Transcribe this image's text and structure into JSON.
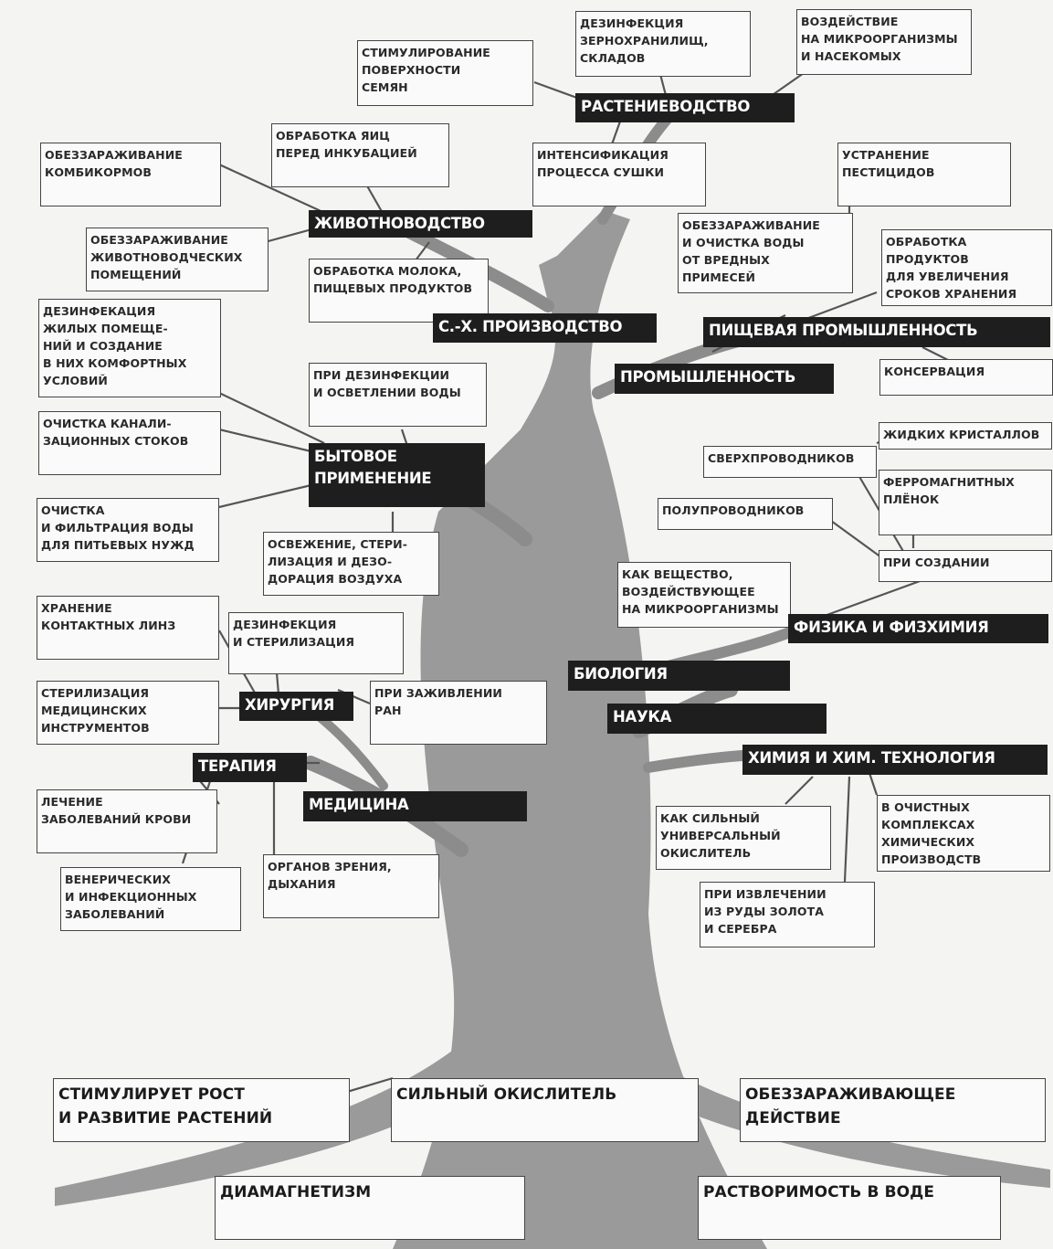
{
  "roots": {
    "growth": "СТИМУЛИРУЕТ РОСТ\nИ РАЗВИТИЕ РАСТЕНИЙ",
    "oxidizer": "СИЛЬНЫЙ ОКИСЛИТЕЛЬ",
    "disinfect": "ОБЕЗЗАРАЖИВАЮЩЕЕ\nДЕЙСТВИЕ",
    "diamagnetism": "ДИАМАГНЕТИЗМ",
    "solubility": "РАСТВОРИМОСТЬ В ВОДЕ"
  },
  "branches": {
    "agro_production": "С.-Х. ПРОИЗВОДСТВО",
    "crop": "РАСТЕНИЕВОДСТВО",
    "livestock": "ЖИВОТНОВОДСТВО",
    "household": "БЫТОВОЕ\nПРИМЕНЕНИЕ",
    "industry": "ПРОМЫШЛЕННОСТЬ",
    "food_industry": "ПИЩЕВАЯ ПРОМЫШЛЕННОСТЬ",
    "physics": "ФИЗИКА И ФИЗХИМИЯ",
    "biology": "БИОЛОГИЯ",
    "science": "НАУКА",
    "chemistry": "ХИМИЯ И ХИМ. ТЕХНОЛОГИЯ",
    "surgery": "ХИРУРГИЯ",
    "therapy": "ТЕРАПИЯ",
    "medicine": "МЕДИЦИНА"
  },
  "leaves": {
    "seed_surface": "СТИМУЛИРОВАНИЕ\nПОВЕРХНОСТИ\nСЕМЯН",
    "granary": "ДЕЗИНФЕКЦИЯ\nЗЕРНОХРАНИЛИЩ,\nСКЛАДОВ",
    "microorganisms_insects": "ВОЗДЕЙСТВИЕ\nНА МИКРООРГАНИЗМЫ\nИ НАСЕКОМЫХ",
    "eggs": "ОБРАБОТКА ЯИЦ\nПЕРЕД ИНКУБАЦИЕЙ",
    "feed": "ОБЕЗЗАРАЖИВАНИЕ\nКОМБИКОРМОВ",
    "drying": "ИНТЕНСИФИКАЦИЯ\nПРОЦЕССА СУШКИ",
    "pesticides": "УСТРАНЕНИЕ\nПЕСТИЦИДОВ",
    "livestock_rooms": "ОБЕЗЗАРАЖИВАНИЕ\nЖИВОТНОВОДЧЕСКИХ\nПОМЕЩЕНИЙ",
    "water_purification": "ОБЕЗЗАРАЖИВАНИЕ\nИ ОЧИСТКА ВОДЫ\nОТ ВРЕДНЫХ\nПРИМЕСЕЙ",
    "storage": "ОБРАБОТКА\nПРОДУКТОВ\nДЛЯ УВЕЛИЧЕНИЯ\nСРОКОВ ХРАНЕНИЯ",
    "milk": "ОБРАБОТКА МОЛОКА,\nПИЩЕВЫХ ПРОДУКТОВ",
    "dwellings": "ДЕЗИНФЕКАЦИЯ\nЖИЛЫХ ПОМЕЩЕ-\nНИЙ И СОЗДАНИЕ\nВ НИХ КОМФОРТНЫХ\nУСЛОВИЙ",
    "water_disinfection": "ПРИ ДЕЗИНФЕКЦИИ\nИ ОСВЕТЛЕНИИ ВОДЫ",
    "canning": "КОНСЕРВАЦИЯ",
    "sewage": "ОЧИСТКА КАНАЛИ-\nЗАЦИОННЫХ СТОКОВ",
    "liquid_crystals": "ЖИДКИХ КРИСТАЛЛОВ",
    "superconductors": "СВЕРХПРОВОДНИКОВ",
    "ferromagnetic": "ФЕРРОМАГНИТНЫХ\nПЛЁНОК",
    "semiconductors": "ПОЛУПРОВОДНИКОВ",
    "drinking_water": "ОЧИСТКА\nИ ФИЛЬТРАЦИЯ ВОДЫ\nДЛЯ ПИТЬЕВЫХ НУЖД",
    "air": "ОСВЕЖЕНИЕ, СТЕРИ-\nЛИЗАЦИЯ И ДЕЗО-\nДОРАЦИЯ ВОЗДУХА",
    "creation": "ПРИ СОЗДАНИИ",
    "substance_microorganisms": "КАК ВЕЩЕСТВО,\nВОЗДЕЙСТВУЮЩЕЕ\nНА МИКРООРГАНИЗМЫ",
    "contact_lenses": "ХРАНЕНИЕ\nКОНТАКТНЫХ ЛИНЗ",
    "sterilization": "ДЕЗИНФЕКЦИЯ\nИ СТЕРИЛИЗАЦИЯ",
    "instruments": "СТЕРИЛИЗАЦИЯ\nМЕДИЦИНСКИХ\nИНСТРУМЕНТОВ",
    "wounds": "ПРИ ЗАЖИВЛЕНИИ\nРАН",
    "blood": "ЛЕЧЕНИЕ\nЗАБОЛЕВАНИЙ КРОВИ",
    "universal_oxidizer": "КАК СИЛЬНЫЙ\nУНИВЕРСАЛЬНЫЙ\nОКИСЛИТЕЛЬ",
    "chemical_plants": "В ОЧИСТНЫХ\nКОМПЛЕКСАХ\nХИМИЧЕСКИХ\nПРОИЗВОДСТВ",
    "venereal": "ВЕНЕРИЧЕСКИХ\nИ ИНФЕКЦИОННЫХ\nЗАБОЛЕВАНИЙ",
    "vision_breathing": "ОРГАНОВ ЗРЕНИЯ,\nДЫХАНИЯ",
    "gold_silver": "ПРИ ИЗВЛЕЧЕНИИ\nИЗ РУДЫ ЗОЛОТА\nИ СЕРЕБРА"
  },
  "colors": {
    "trunk": "#9a9a9a",
    "branch": "#8c8c8c",
    "label_bg": "#1e1e1e",
    "label_text": "#ffffff",
    "box_border": "#444444"
  }
}
